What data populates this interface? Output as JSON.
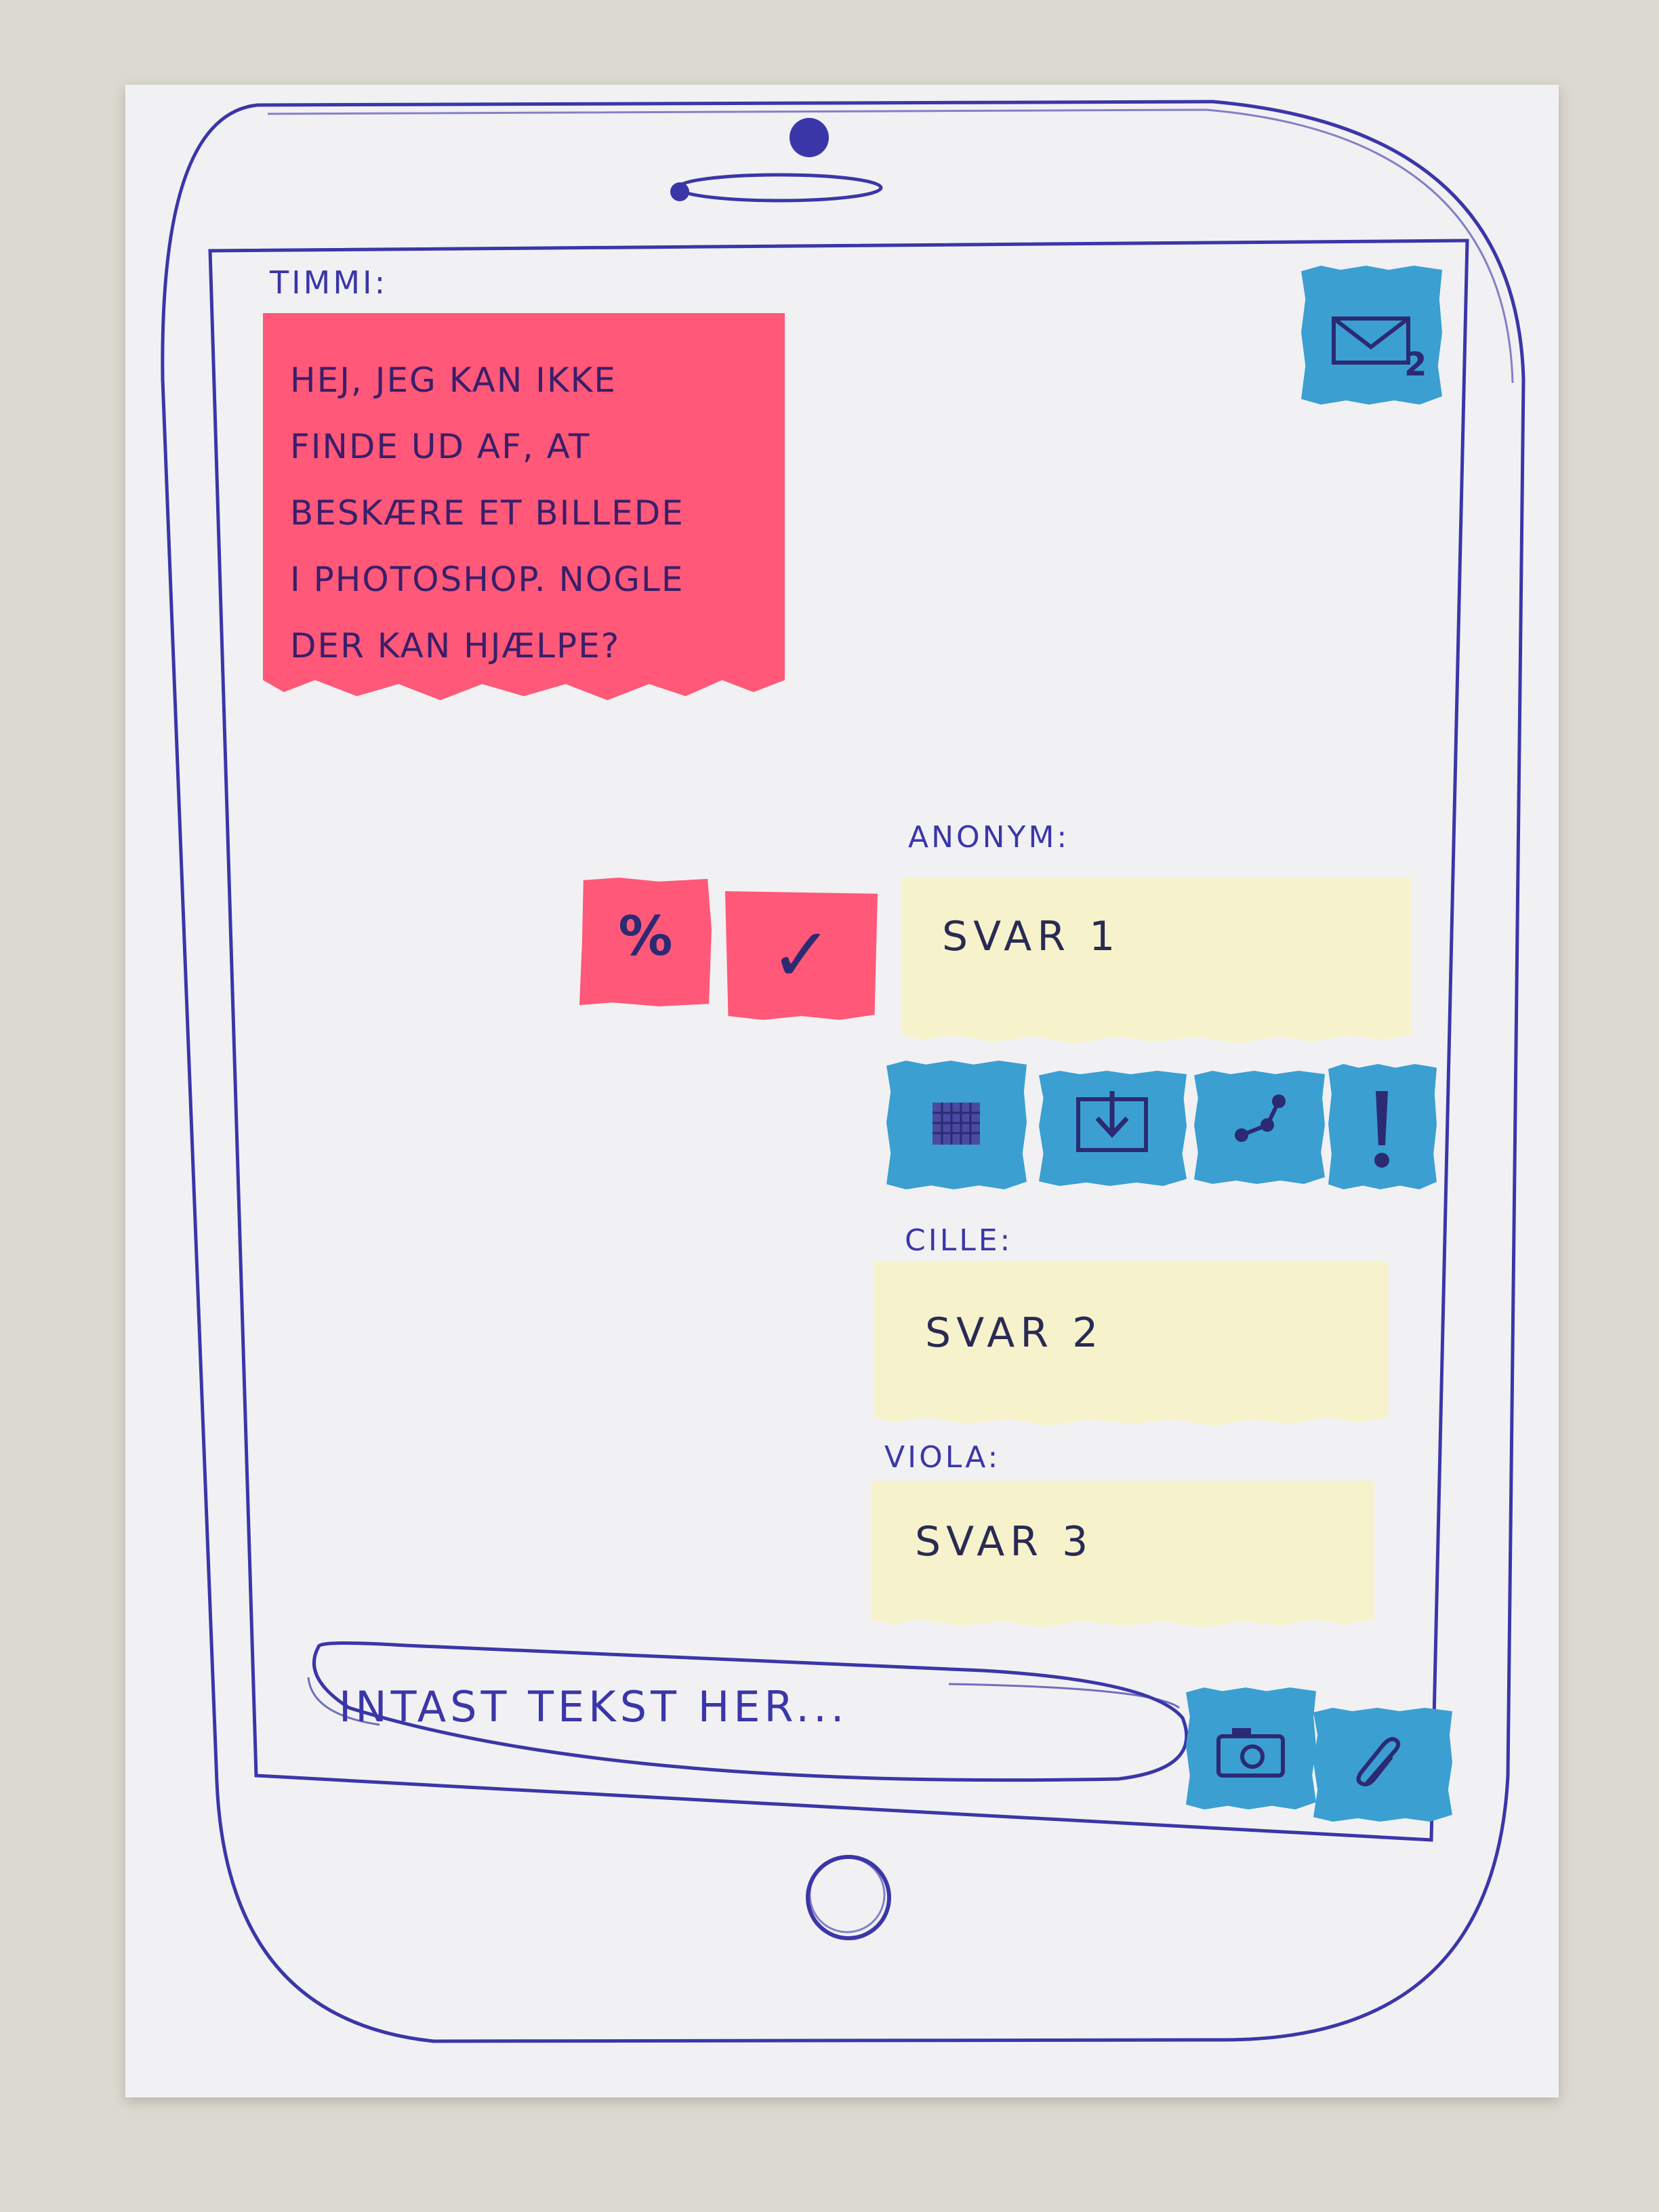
{
  "thread": {
    "asker": "TIMMI:",
    "question": "HEJ, JEG KAN IKKE\nFINDE UD AF, AT\nBESKÆRE ET BILLEDE\nI PHOTOSHOP. NOGLE\nDER KAN HJÆLPE?"
  },
  "inbox": {
    "icon": "envelope-icon",
    "count": "2"
  },
  "replies": [
    {
      "author": "ANONYM:",
      "text": "SVAR 1"
    },
    {
      "author": "CILLE:",
      "text": "SVAR 2"
    },
    {
      "author": "VIOLA:",
      "text": "SVAR 3"
    }
  ],
  "reply_actions": {
    "percent_label": "%",
    "accept_label": "✓",
    "icons": [
      "grid-icon",
      "download-icon",
      "share-icon",
      "report-icon"
    ]
  },
  "composer": {
    "placeholder": "INTAST TEKST HER...",
    "camera_icon": "camera-icon",
    "attach_icon": "paperclip-icon"
  },
  "colors": {
    "ink": "#3b36a8",
    "pink_note": "#ff5878",
    "cream_note": "#f6f3cc",
    "blue_tape": "#3b9fd2",
    "paper": "#f1f1f3"
  }
}
